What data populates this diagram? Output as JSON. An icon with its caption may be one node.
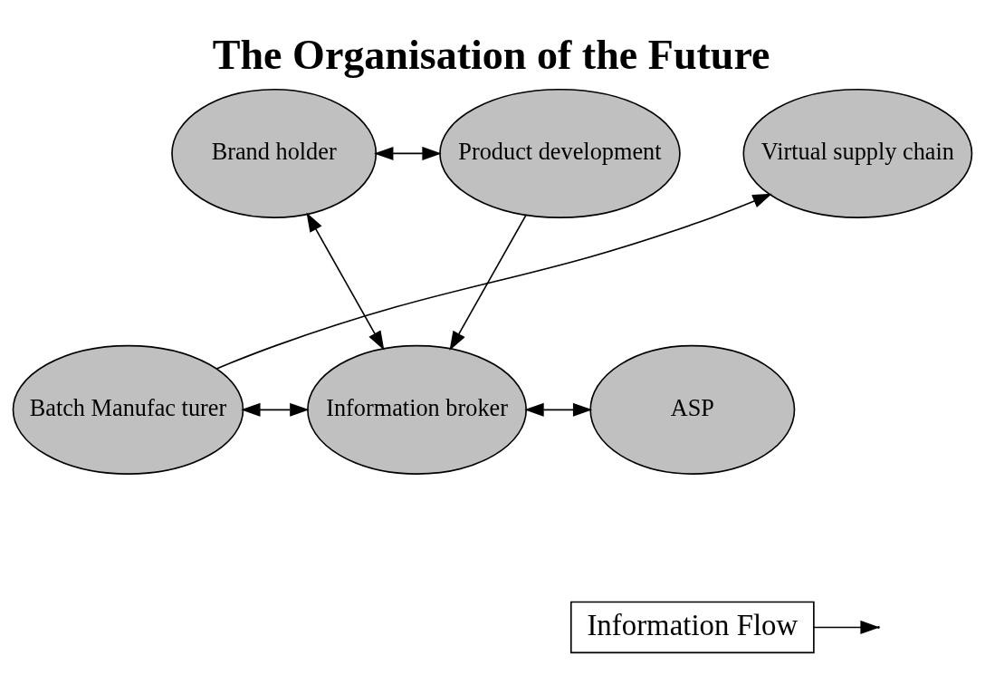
{
  "diagram": {
    "title": "The Organisation of the Future",
    "nodes": [
      {
        "text": [
          "Brand holder"
        ]
      },
      {
        "text": [
          "Product development"
        ]
      },
      {
        "text": [
          "Virtual supply chain"
        ]
      },
      {
        "text": [
          "Batch Manufac turer"
        ]
      },
      {
        "text": [
          "Information broker"
        ]
      },
      {
        "text": [
          "ASP"
        ]
      }
    ],
    "edges": [
      {
        "from": 0,
        "to": 1,
        "arrow": "both"
      },
      {
        "from": 0,
        "to": 4,
        "arrow": "both"
      },
      {
        "from": 1,
        "to": 4,
        "arrow": "to"
      },
      {
        "from": 3,
        "to": 2,
        "arrow": "to"
      },
      {
        "from": 3,
        "to": 4,
        "arrow": "both"
      },
      {
        "from": 4,
        "to": 5,
        "arrow": "both"
      }
    ],
    "legend": [
      {
        "text": "Information Flow"
      }
    ]
  }
}
